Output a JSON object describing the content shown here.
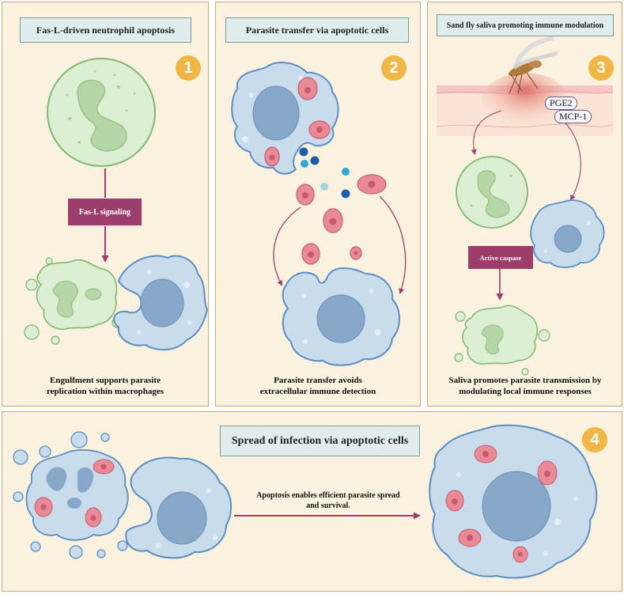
{
  "panel1": {
    "title": "Fas-L-driven neutrophil apoptosis",
    "badge": "1",
    "signal_label": "Fas-L signaling",
    "caption_line1": "Engulfment supports parasite",
    "caption_line2": "replication within macrophages"
  },
  "panel2": {
    "title": "Parasite transfer via apoptotic cells",
    "badge": "2",
    "caption_line1": "Parasite transfer avoids",
    "caption_line2": "extracellular immune detection"
  },
  "panel3": {
    "title": "Sand fly saliva promoting immune modulation",
    "badge": "3",
    "label_pge2": "PGE2",
    "label_mcp1": "MCP-1",
    "caspase_label": "Active caspase",
    "caption_line1": "Saliva promotes parasite transmission by",
    "caption_line2": "modulating local immune responses"
  },
  "panel4": {
    "title": "Spread of infection via apoptotic cells",
    "badge": "4",
    "arrow_line1": "Apoptosis enables efficient parasite spread",
    "arrow_line2": "and survival."
  },
  "colors": {
    "panel_bg": "#fbf1df",
    "panel_border": "#c9a977",
    "title_bg": "#e1ecec",
    "badge": "#f0b646",
    "arrow": "#9c3d6b",
    "macrophage": "#c9dcec",
    "neutrophil": "#dcefd2",
    "parasite": "#e98a96"
  }
}
